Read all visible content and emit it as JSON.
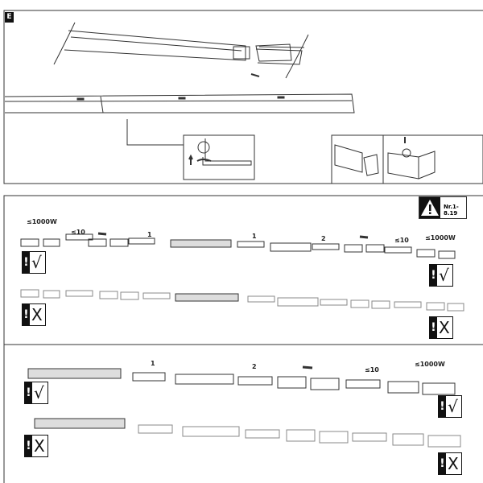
{
  "panel_e": {
    "tag": "E"
  },
  "panel_2": {
    "warning": {
      "icon": "warning-triangle-icon",
      "reference": "Nr.1-8.19"
    },
    "row_ok_labels": [
      "≤1000W",
      "≤10",
      "1",
      "1",
      "2",
      "≤10",
      "≤1000W"
    ],
    "ok_mark": "√",
    "bad_mark": "X"
  },
  "panel_3": {
    "row_ok_labels": [
      "1",
      "2",
      "≤10",
      "≤1000W"
    ],
    "ok_mark": "√",
    "bad_mark": "X"
  }
}
